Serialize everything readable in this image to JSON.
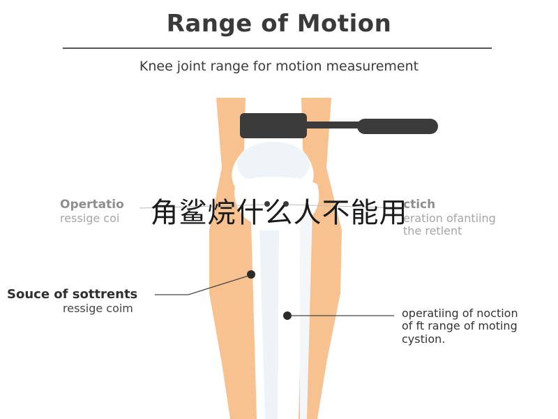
{
  "title": "Range of Motion",
  "subtitle": "Knee joint range for motion measurement",
  "labels": {
    "top_left": {
      "head": "Opertatio",
      "body": "ressige coi"
    },
    "top_right": {
      "head": "ctich",
      "line1": "eration ofantiing",
      "line2": "the retlent"
    },
    "left": {
      "head": "Souce of sottrents",
      "body": "ressige coim"
    },
    "right": {
      "line1": "operatiing of noction",
      "line2": "of ft range of moting",
      "line3": "cystion."
    }
  },
  "overlay_text": "角鲨烷什么人不能用",
  "colors": {
    "skin": "#f7c28f",
    "bone": "#ffffff",
    "bone_shade": "#e4eef5",
    "device": "#3b3b3b",
    "leader": "#444444"
  }
}
